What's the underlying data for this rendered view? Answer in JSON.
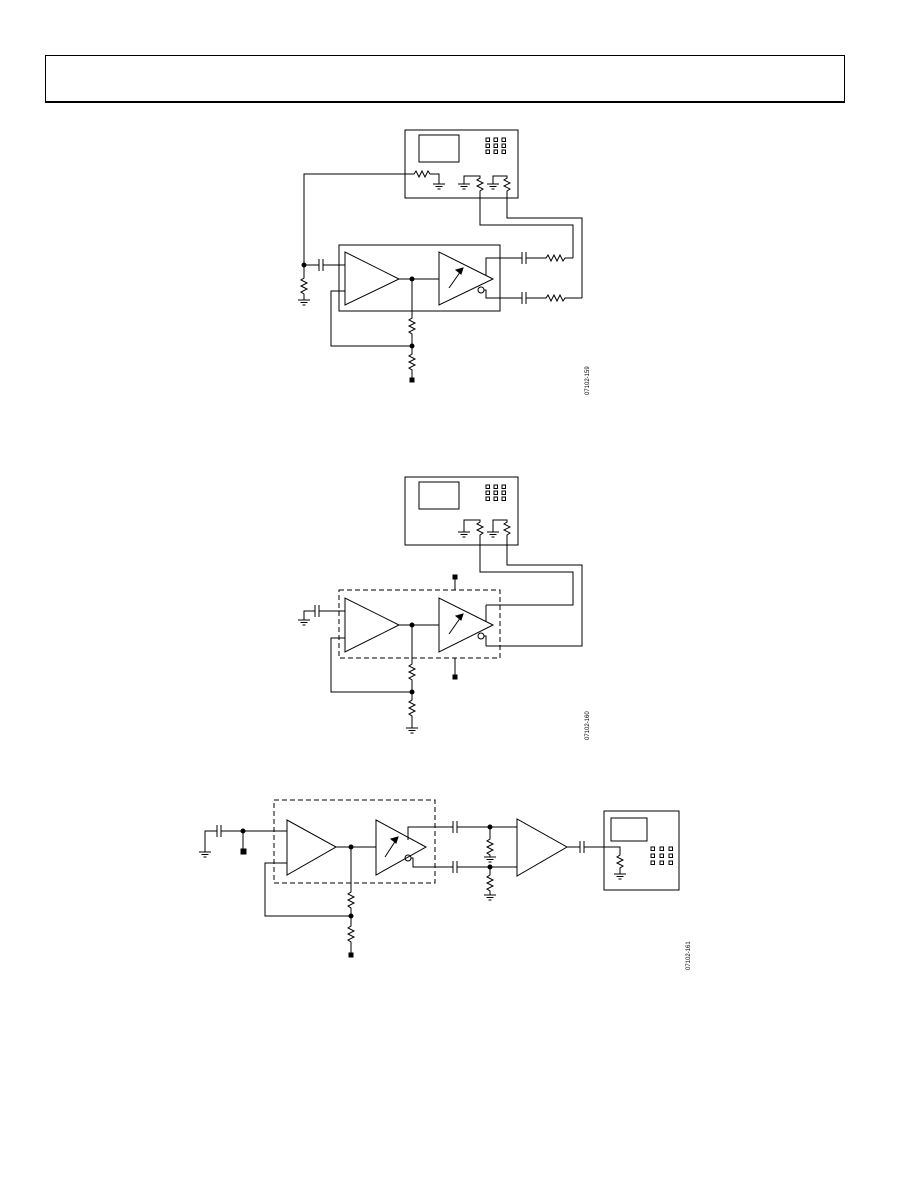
{
  "header": {
    "text": ""
  },
  "figures": [
    {
      "id": "figure-1",
      "code": "07102-159"
    },
    {
      "id": "figure-2",
      "code": "07102-160"
    },
    {
      "id": "figure-3",
      "code": "07102-161"
    }
  ],
  "colors": {
    "line": "#000000",
    "background": "#ffffff"
  }
}
